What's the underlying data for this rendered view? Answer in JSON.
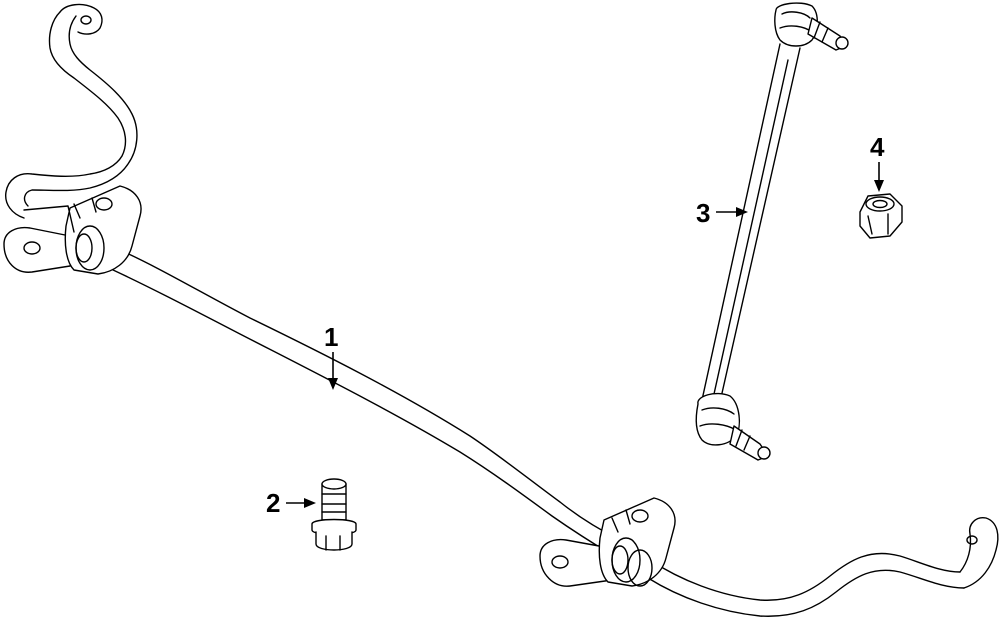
{
  "callouts": [
    {
      "id": "1",
      "label": "1"
    },
    {
      "id": "2",
      "label": "2"
    },
    {
      "id": "3",
      "label": "3"
    },
    {
      "id": "4",
      "label": "4"
    }
  ],
  "parts": [
    {
      "callout": "1",
      "name": "stabilizer-bar"
    },
    {
      "callout": "2",
      "name": "bolt"
    },
    {
      "callout": "3",
      "name": "stabilizer-link"
    },
    {
      "callout": "4",
      "name": "nut"
    }
  ]
}
